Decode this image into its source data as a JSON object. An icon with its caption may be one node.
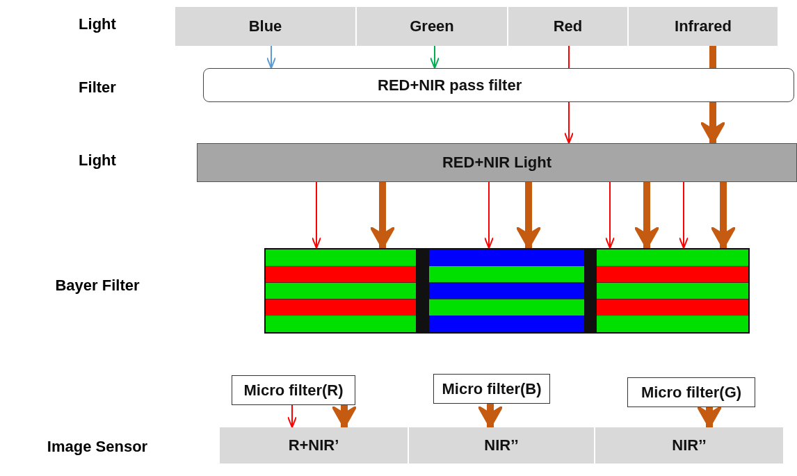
{
  "diagram": {
    "nodes": [
      {
        "text": [
          "Blue"
        ]
      },
      {
        "text": [
          "Green"
        ]
      },
      {
        "text": [
          "Red"
        ]
      },
      {
        "text": [
          "Infrared"
        ]
      },
      {
        "text": [
          "RED+NIR pass filter"
        ]
      },
      {
        "text": [
          "RED+NIR Light"
        ]
      },
      {
        "text": [],
        "shape": "box"
      },
      {
        "text": [],
        "shape": "box"
      },
      {
        "text": [],
        "shape": "box"
      },
      {
        "text": [
          "Micro filter(R)"
        ]
      },
      {
        "text": [
          "Micro filter(B)"
        ]
      },
      {
        "text": [
          "Micro filter(G)"
        ]
      },
      {
        "text": [
          "R+NIR’"
        ]
      },
      {
        "text": [
          "NIR’’"
        ]
      },
      {
        "text": [
          "NIR’’"
        ]
      }
    ],
    "edges": [
      {
        "from": 0,
        "to": 4,
        "arrow": "to",
        "color": "#5b9bd5"
      },
      {
        "from": 1,
        "to": 4,
        "arrow": "to",
        "color": "#00b050"
      },
      {
        "from": 2,
        "to": 4,
        "arrow": "none",
        "color": "#ff0000"
      },
      {
        "from": 4,
        "to": 5,
        "arrow": "to",
        "color": "#ff0000"
      },
      {
        "from": 3,
        "to": 4,
        "arrow": "none",
        "style": "thick"
      },
      {
        "from": 4,
        "to": 5,
        "arrow": "to",
        "style": "thick"
      },
      {
        "from": 5,
        "to": 6,
        "arrow": "to",
        "color": "#ff0000"
      },
      {
        "from": 5,
        "to": 6,
        "arrow": "to",
        "style": "thick"
      },
      {
        "from": 5,
        "to": 7,
        "arrow": "to",
        "color": "#ff0000"
      },
      {
        "from": 5,
        "to": 7,
        "arrow": "to",
        "style": "thick"
      },
      {
        "from": 5,
        "to": 8,
        "arrow": "to",
        "color": "#ff0000"
      },
      {
        "from": 5,
        "to": 8,
        "arrow": "to",
        "style": "thick"
      },
      {
        "from": 5,
        "to": 8,
        "arrow": "to",
        "color": "#ff0000"
      },
      {
        "from": 5,
        "to": 8,
        "arrow": "to",
        "style": "thick"
      },
      {
        "from": 9,
        "to": 12,
        "arrow": "to",
        "color": "#ff0000"
      },
      {
        "from": 9,
        "to": 12,
        "arrow": "to",
        "style": "thick"
      },
      {
        "from": 10,
        "to": 13,
        "arrow": "to",
        "style": "thick"
      },
      {
        "from": 11,
        "to": 14,
        "arrow": "to",
        "style": "thick"
      }
    ],
    "labels": [
      "Light",
      "Filter",
      "Light",
      "Bayer Filter",
      "Image Sensor"
    ]
  }
}
